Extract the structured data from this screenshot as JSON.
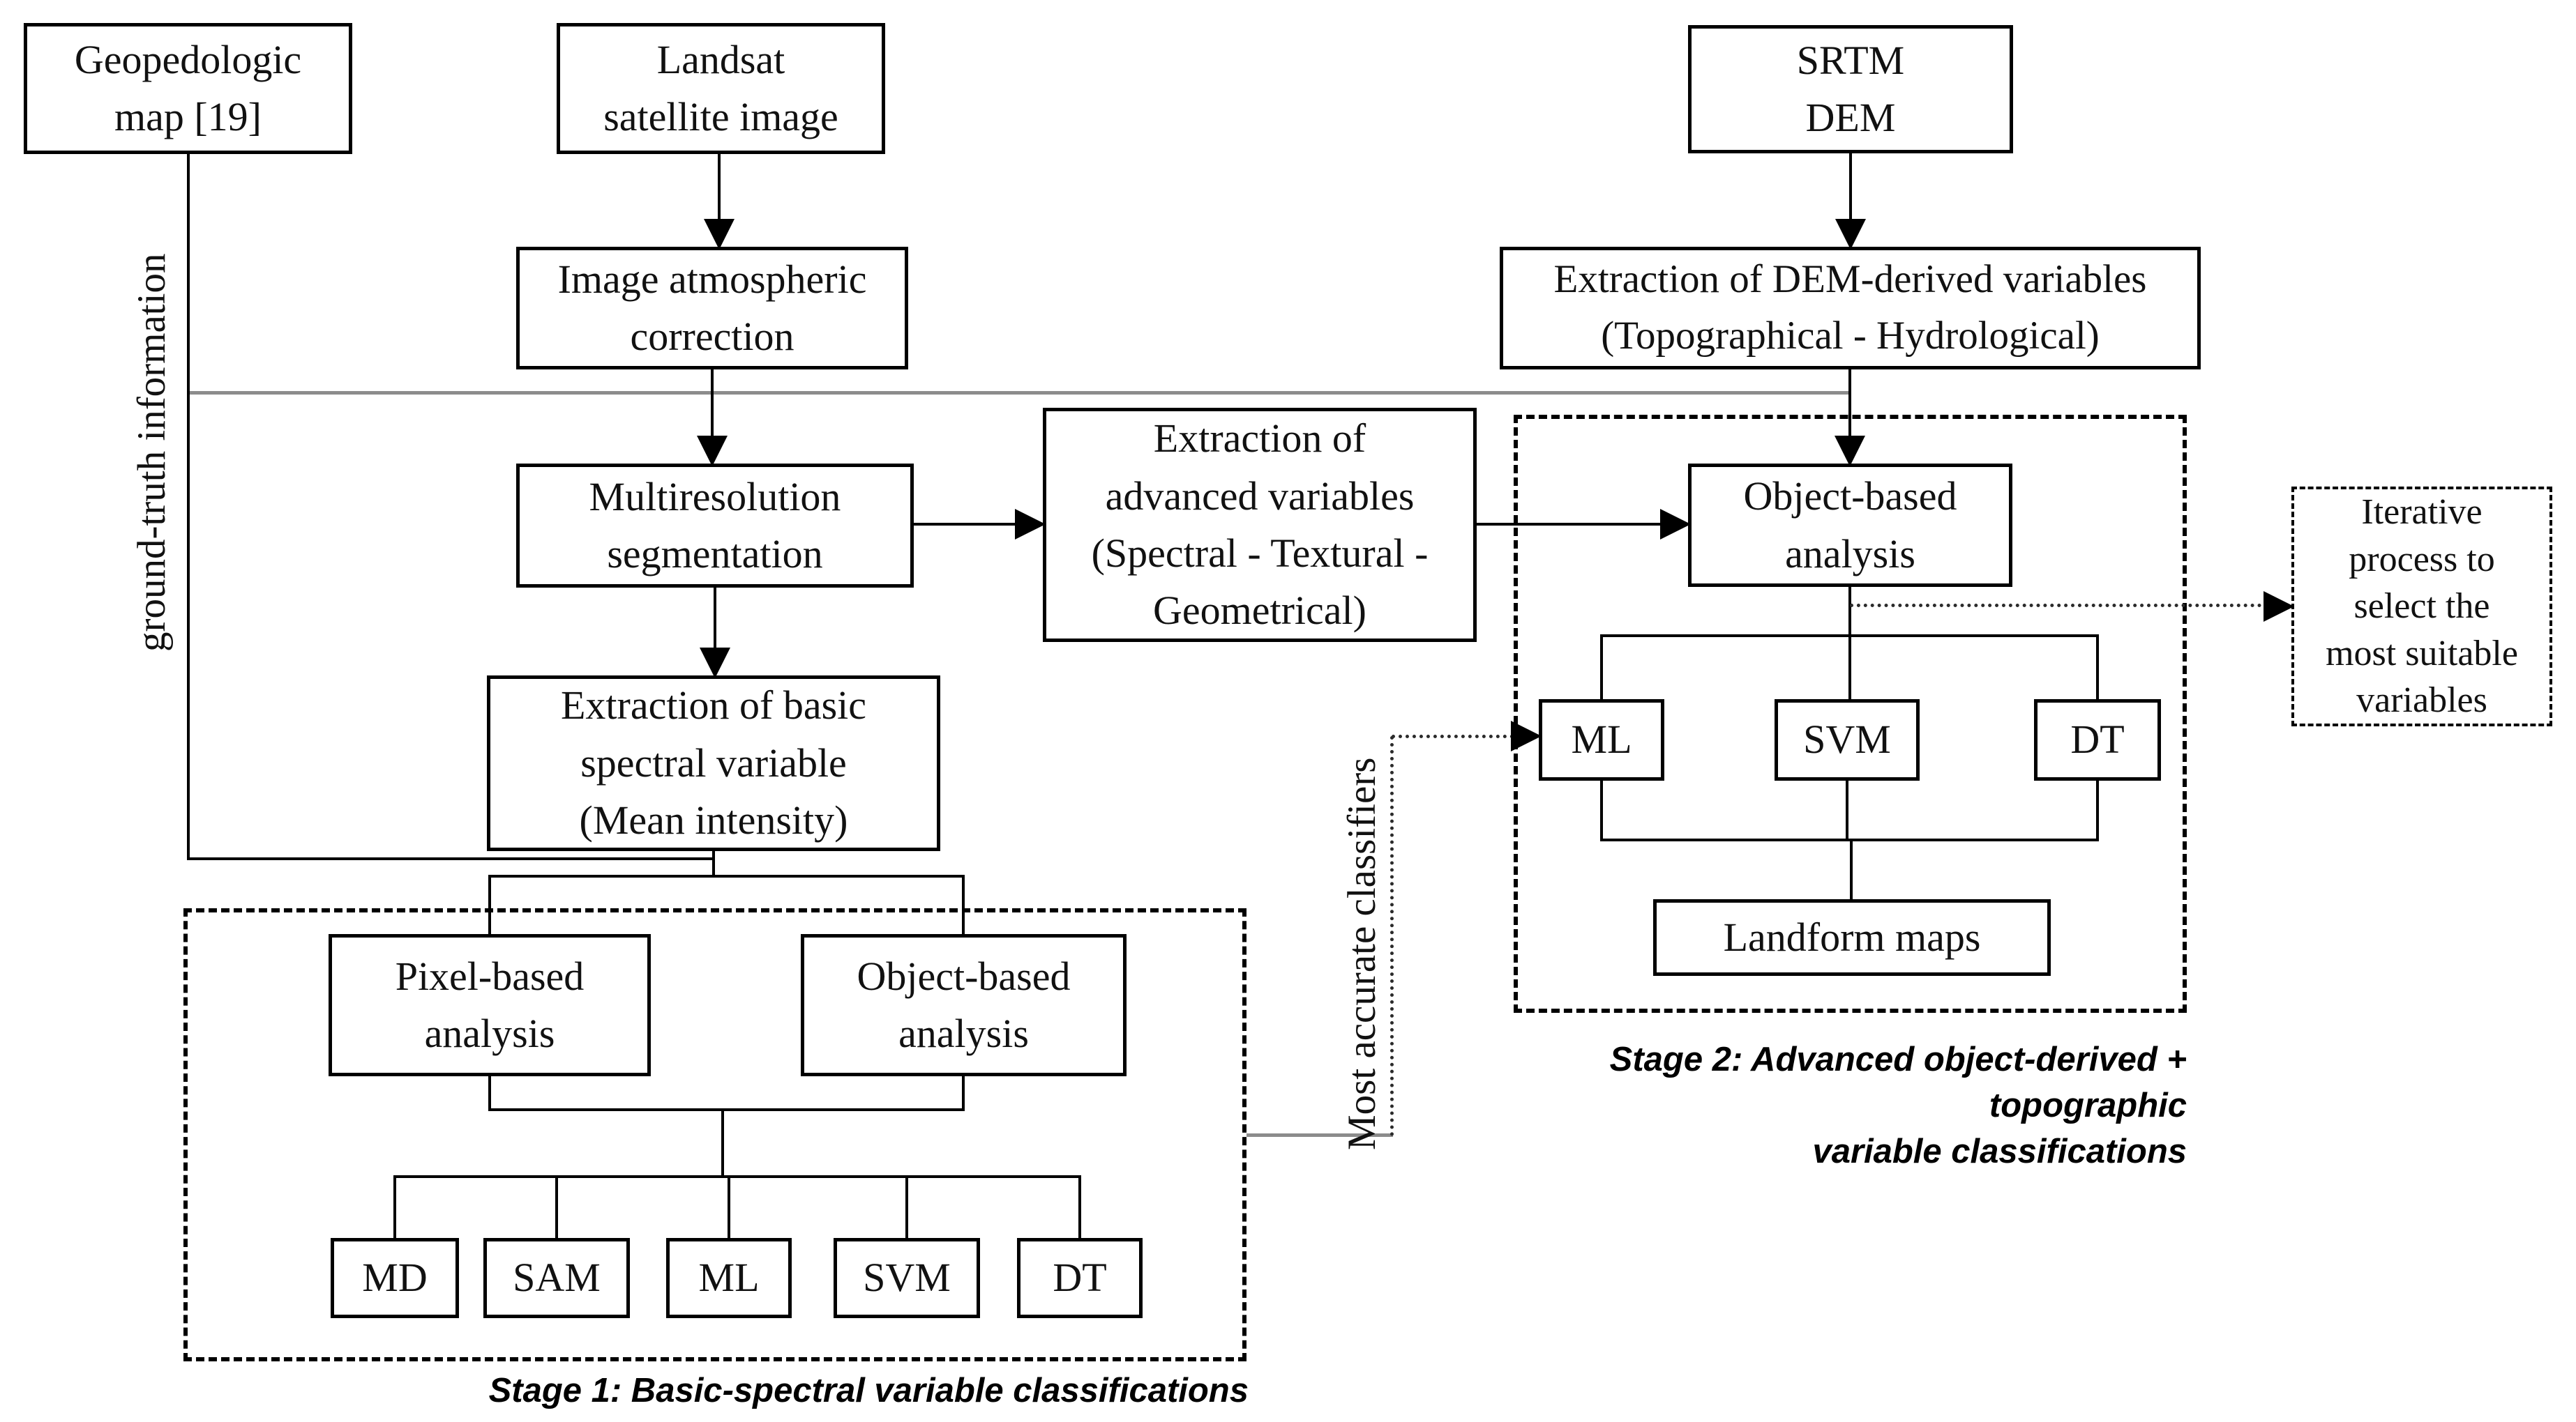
{
  "diagram": {
    "title_hint": "Two-stage landform classification workflow",
    "nodes": {
      "geopedologic_map": {
        "label": "Geopedologic\nmap [19]"
      },
      "landsat_image": {
        "label": "Landsat\nsatellite image"
      },
      "srtm_dem": {
        "label": "SRTM\nDEM"
      },
      "atmospheric_correction": {
        "label": "Image atmospheric\ncorrection"
      },
      "dem_variables": {
        "label": "Extraction of DEM-derived variables\n(Topographical - Hydrological)"
      },
      "multiresolution_segmentation": {
        "label": "Multiresolution\nsegmentation"
      },
      "advanced_variables": {
        "label": "Extraction of\nadvanced variables\n(Spectral - Textural -\nGeometrical)"
      },
      "object_based_analysis_stage2": {
        "label": "Object-based\nanalysis"
      },
      "iterative_process": {
        "label": "Iterative\nprocess to\nselect the\nmost suitable\nvariables"
      },
      "basic_spectral_variable": {
        "label": "Extraction of basic\nspectral variable\n(Mean intensity)"
      },
      "pixel_based_analysis": {
        "label": "Pixel-based\nanalysis"
      },
      "object_based_analysis_stage1": {
        "label": "Object-based\nanalysis"
      },
      "landform_maps": {
        "label": "Landform maps"
      }
    },
    "stage1_classifiers": [
      "MD",
      "SAM",
      "ML",
      "SVM",
      "DT"
    ],
    "stage2_classifiers": [
      "ML",
      "SVM",
      "DT"
    ],
    "annotations": {
      "ground_truth": "ground-truth information",
      "most_accurate": "Most accurate classifiers",
      "stage1_caption": "Stage 1: Basic-spectral variable classifications",
      "stage2_caption": "Stage 2: Advanced object-derived + topographic\nvariable classifications"
    },
    "colors": {
      "line": "#000000",
      "gray_line": "#8c8c8c",
      "dotted_line": "#2b2b2b",
      "background": "#ffffff",
      "text": "#111111"
    }
  }
}
